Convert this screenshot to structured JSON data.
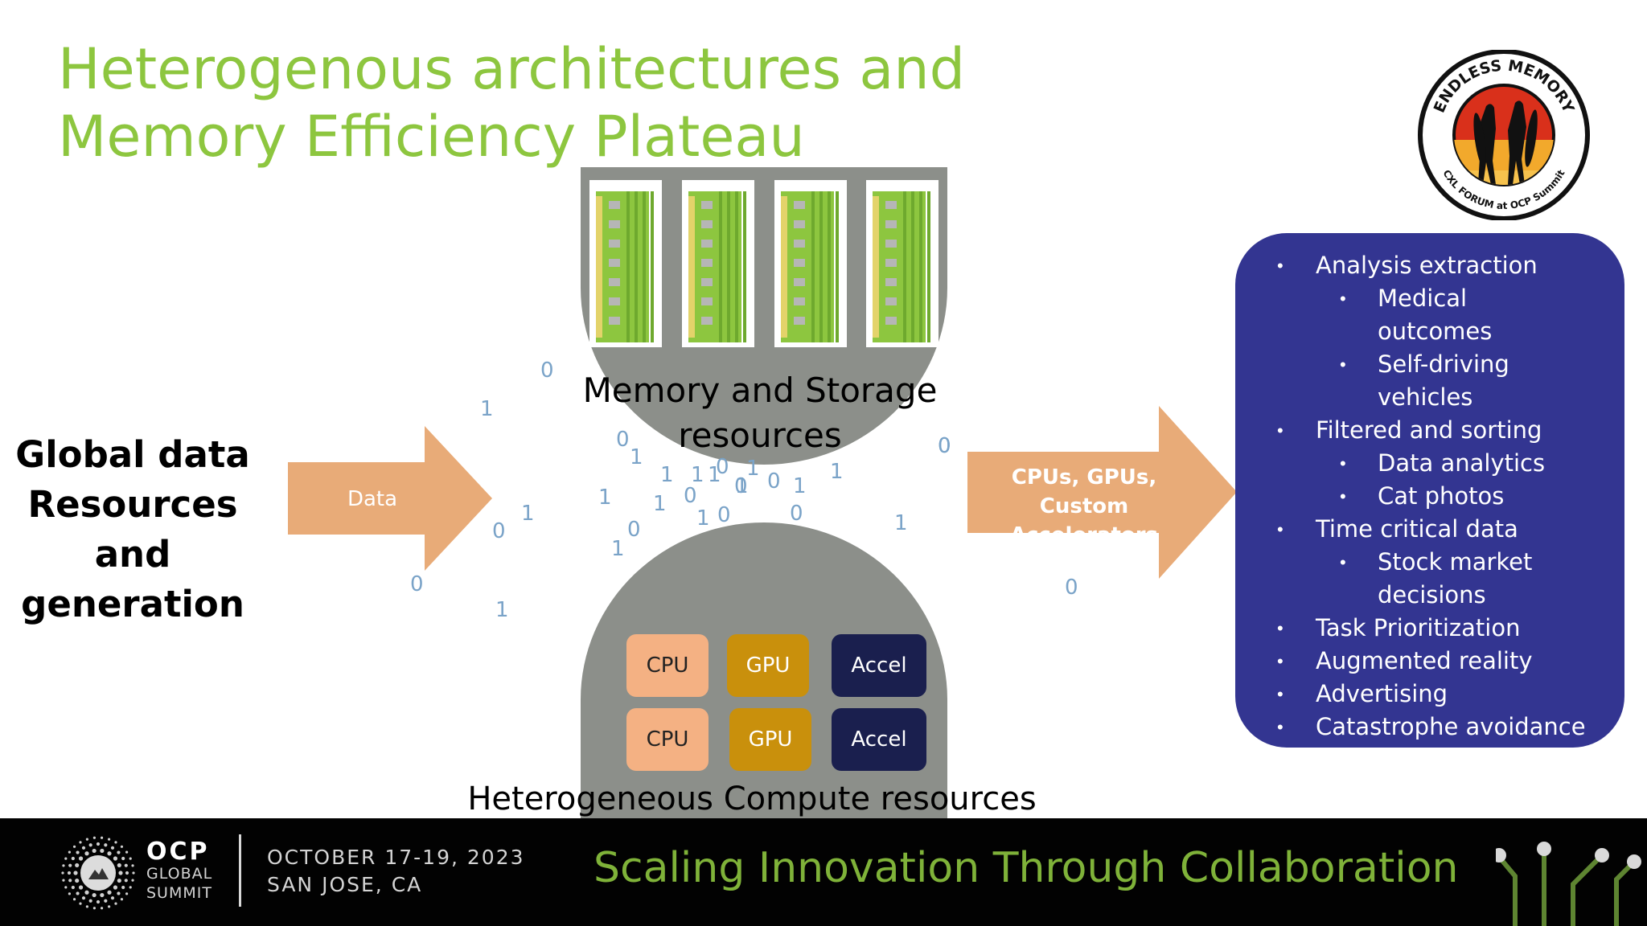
{
  "slide": {
    "title": "Heterogenous architectures and Memory Efficiency Plateau",
    "left_label": [
      "Global data",
      "Resources and",
      "generation"
    ],
    "data_arrow_label": "Data",
    "cpu_arrow_label": "CPUs, GPUs, Custom Accelerators",
    "memory_label": [
      "Memory and Storage",
      "resources"
    ],
    "compute_label": "Heterogeneous Compute resources",
    "chips": [
      {
        "label": "CPU",
        "color": "#f4b183",
        "text": "#222"
      },
      {
        "label": "GPU",
        "color": "#c9900c",
        "text": "#fff"
      },
      {
        "label": "Accel",
        "color": "#1a1f4e",
        "text": "#fff"
      },
      {
        "label": "CPU",
        "color": "#f4b183",
        "text": "#222"
      },
      {
        "label": "GPU",
        "color": "#c9900c",
        "text": "#fff"
      },
      {
        "label": "Accel",
        "color": "#1a1f4e",
        "text": "#fff"
      }
    ],
    "binary_digits": [
      "0",
      "1",
      "0",
      "1",
      "1",
      "1",
      "1",
      "0",
      "1",
      "1",
      "0",
      "0",
      "1",
      "1",
      "0",
      "1",
      "1",
      "0",
      "1",
      "0",
      "0",
      "1",
      "1",
      "0",
      "1",
      "0",
      "1",
      "0"
    ],
    "use_cases": [
      {
        "text": "Analysis extraction",
        "level": 1
      },
      {
        "text": "Medical",
        "level": 2
      },
      {
        "text": "outcomes",
        "level": 2,
        "cont": true
      },
      {
        "text": "Self-driving",
        "level": 2
      },
      {
        "text": "vehicles",
        "level": 2,
        "cont": true
      },
      {
        "text": "Filtered and sorting",
        "level": 1
      },
      {
        "text": "Data analytics",
        "level": 2
      },
      {
        "text": "Cat photos",
        "level": 2
      },
      {
        "text": "Time critical data",
        "level": 1
      },
      {
        "text": "Stock market",
        "level": 2
      },
      {
        "text": "decisions",
        "level": 2,
        "cont": true
      },
      {
        "text": "Task Prioritization",
        "level": 1
      },
      {
        "text": "Augmented reality",
        "level": 1
      },
      {
        "text": "Advertising",
        "level": 1
      },
      {
        "text": "Catastrophe avoidance",
        "level": 1
      }
    ],
    "colors": {
      "title": "#8dc63f",
      "arrow": "#e8ab78",
      "panel": "#333591",
      "hourglass": "#8c8f8a"
    }
  },
  "logo": {
    "top_text": "ENDLESS MEMORY",
    "bottom_text": "CXL FORUM at OCP Summit"
  },
  "footer": {
    "ocp_name": "OCP",
    "ocp_sub1": "GLOBAL",
    "ocp_sub2": "SUMMIT",
    "date": "OCTOBER 17-19, 2023",
    "location": "SAN JOSE, CA",
    "tagline": "Scaling Innovation Through Collaboration"
  }
}
